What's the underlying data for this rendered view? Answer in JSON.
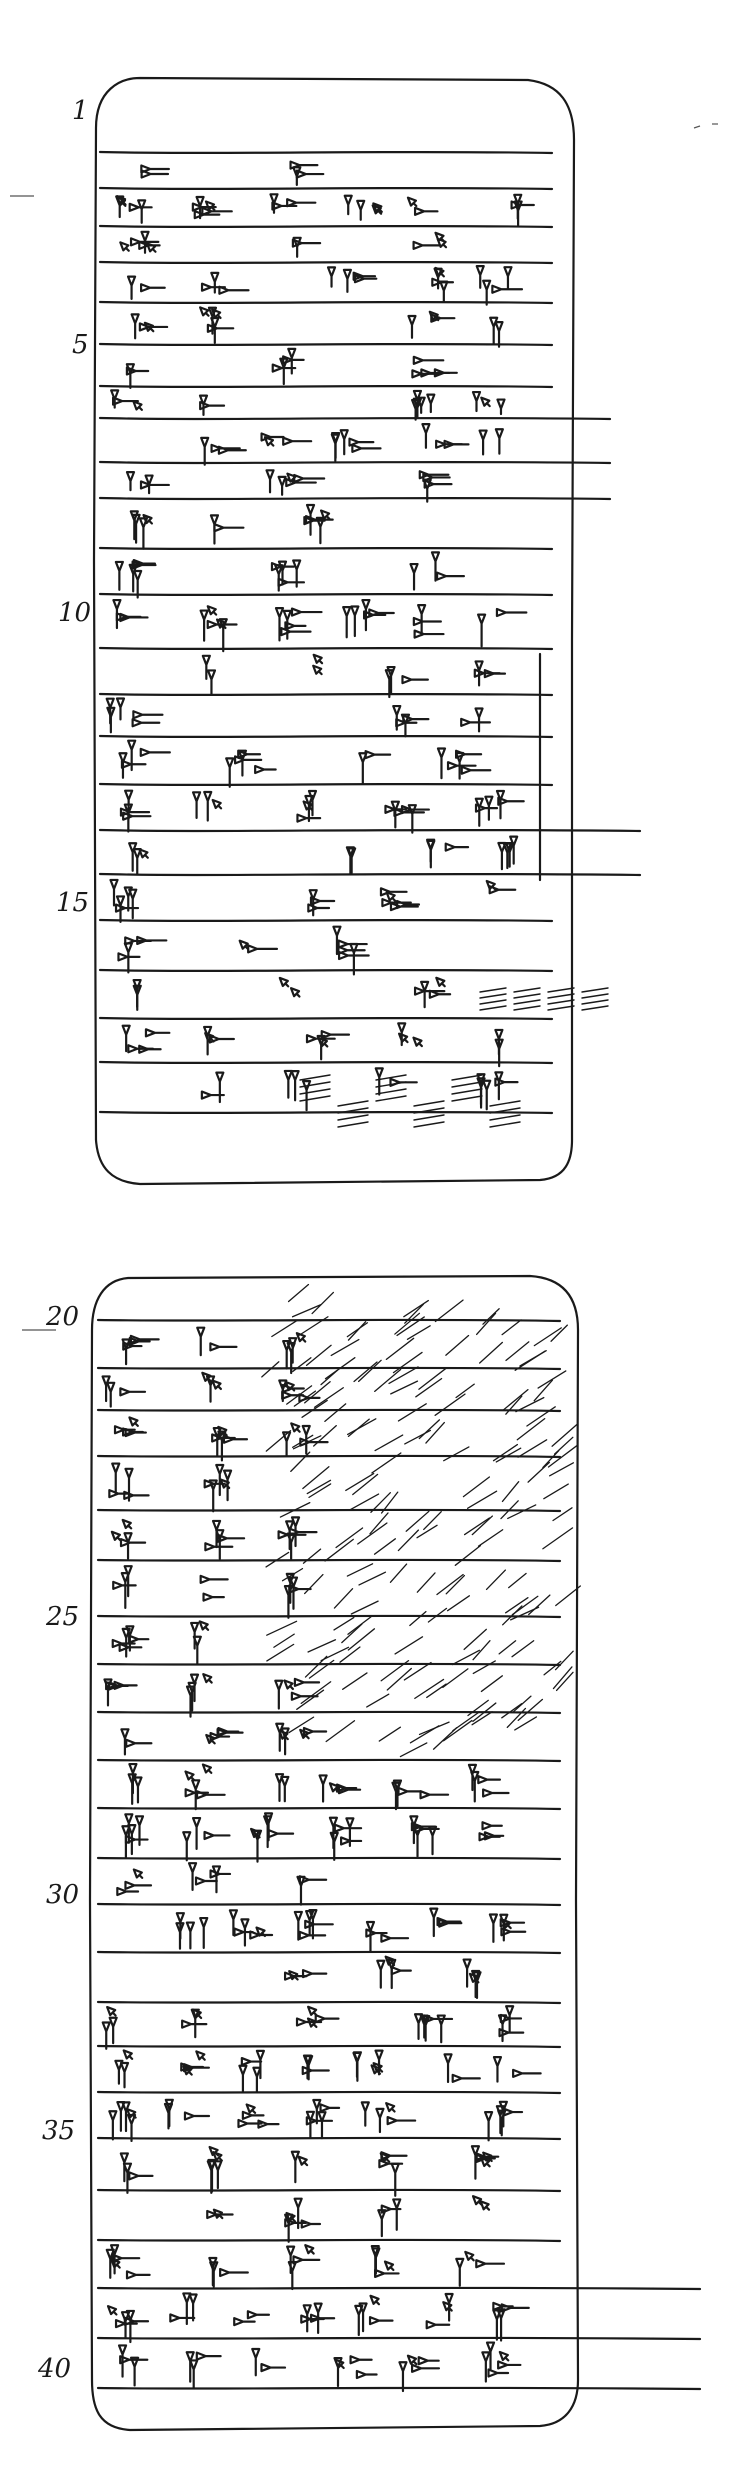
{
  "figure": {
    "line_numbers": [
      "1",
      "5",
      "10",
      "15",
      "20",
      "25",
      "30",
      "35",
      "40"
    ]
  },
  "tablet_top": {
    "ruled_lines": 19,
    "damaged": true
  },
  "tablet_bottom": {
    "ruled_lines": 21,
    "damaged": true
  }
}
